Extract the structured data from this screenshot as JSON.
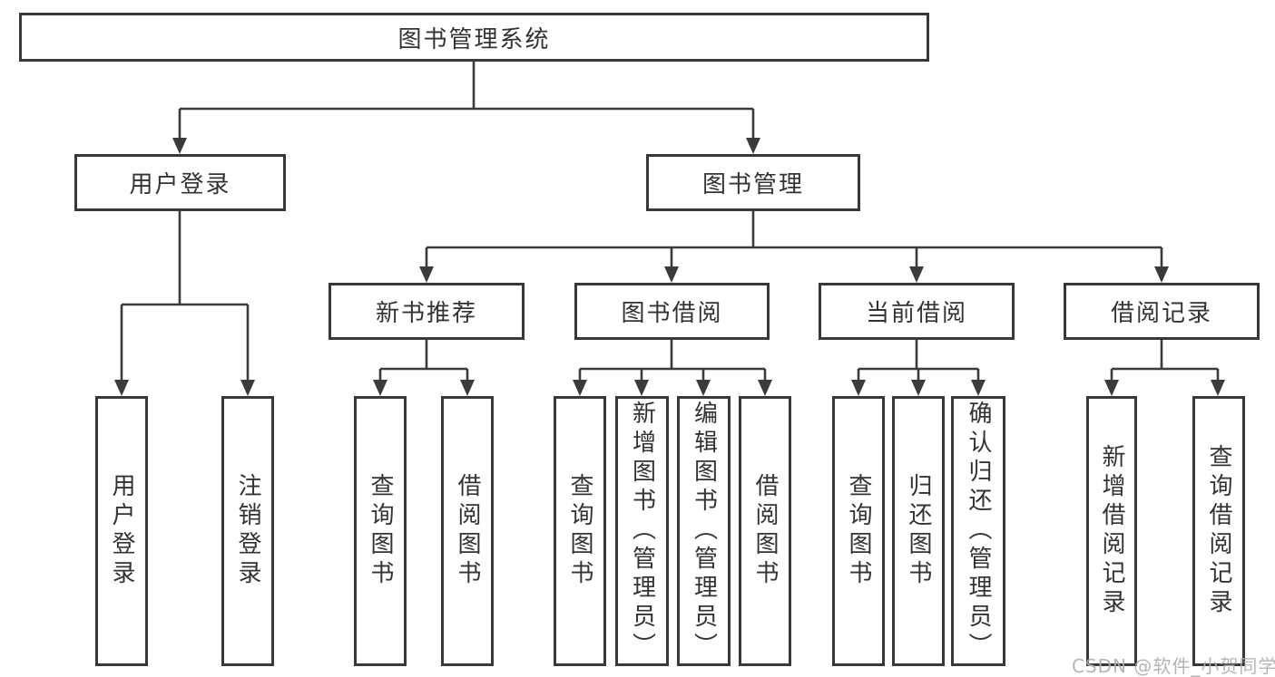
{
  "diagram": {
    "root": {
      "label": "图书管理系统"
    },
    "branches": [
      {
        "label": "用户登录",
        "children": [
          {
            "label": "用户登录"
          },
          {
            "label": "注销登录"
          }
        ]
      },
      {
        "label": "图书管理",
        "children": [
          {
            "label": "新书推荐",
            "children": [
              {
                "label": "查询图书"
              },
              {
                "label": "借阅图书"
              }
            ]
          },
          {
            "label": "图书借阅",
            "children": [
              {
                "label": "查询图书"
              },
              {
                "label": "新增图书（管理员）"
              },
              {
                "label": "编辑图书（管理员）"
              },
              {
                "label": "借阅图书"
              }
            ]
          },
          {
            "label": "当前借阅",
            "children": [
              {
                "label": "查询图书"
              },
              {
                "label": "归还图书"
              },
              {
                "label": "确认归还（管理员）"
              }
            ]
          },
          {
            "label": "借阅记录",
            "children": [
              {
                "label": "新增借阅记录"
              },
              {
                "label": "查询借阅记录"
              }
            ]
          }
        ]
      }
    ],
    "watermark": "CSDN @软件_小贺同学",
    "colors": {
      "line": "#3b3b3b",
      "border": "#383838",
      "text": "#333333",
      "background": "#ffffff",
      "watermark": "#afafaf"
    }
  }
}
